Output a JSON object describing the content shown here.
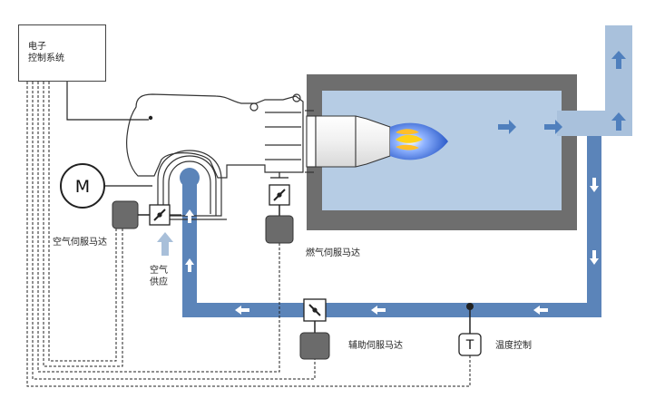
{
  "controller": {
    "line1": "电子",
    "line2": "控制系统"
  },
  "motor_symbol": "M",
  "temp_sensor_symbol": "T",
  "labels": {
    "air_servo": "空气伺服马达",
    "air_supply_1": "空气",
    "air_supply_2": "供应",
    "fuel_servo": "燃气伺服马达",
    "aux_servo": "辅助伺服马达",
    "temp_control": "温度控制"
  },
  "colors": {
    "flue_pipe": "#5b84b9",
    "exhaust": "#a9c1dc",
    "furnace_wall": "#6e6e6e",
    "furnace_interior": "#b6cce4",
    "servo_body": "#6b6b6b",
    "arrow_dark": "#4f7fbd",
    "air_arrow": "#a8bfd9"
  }
}
